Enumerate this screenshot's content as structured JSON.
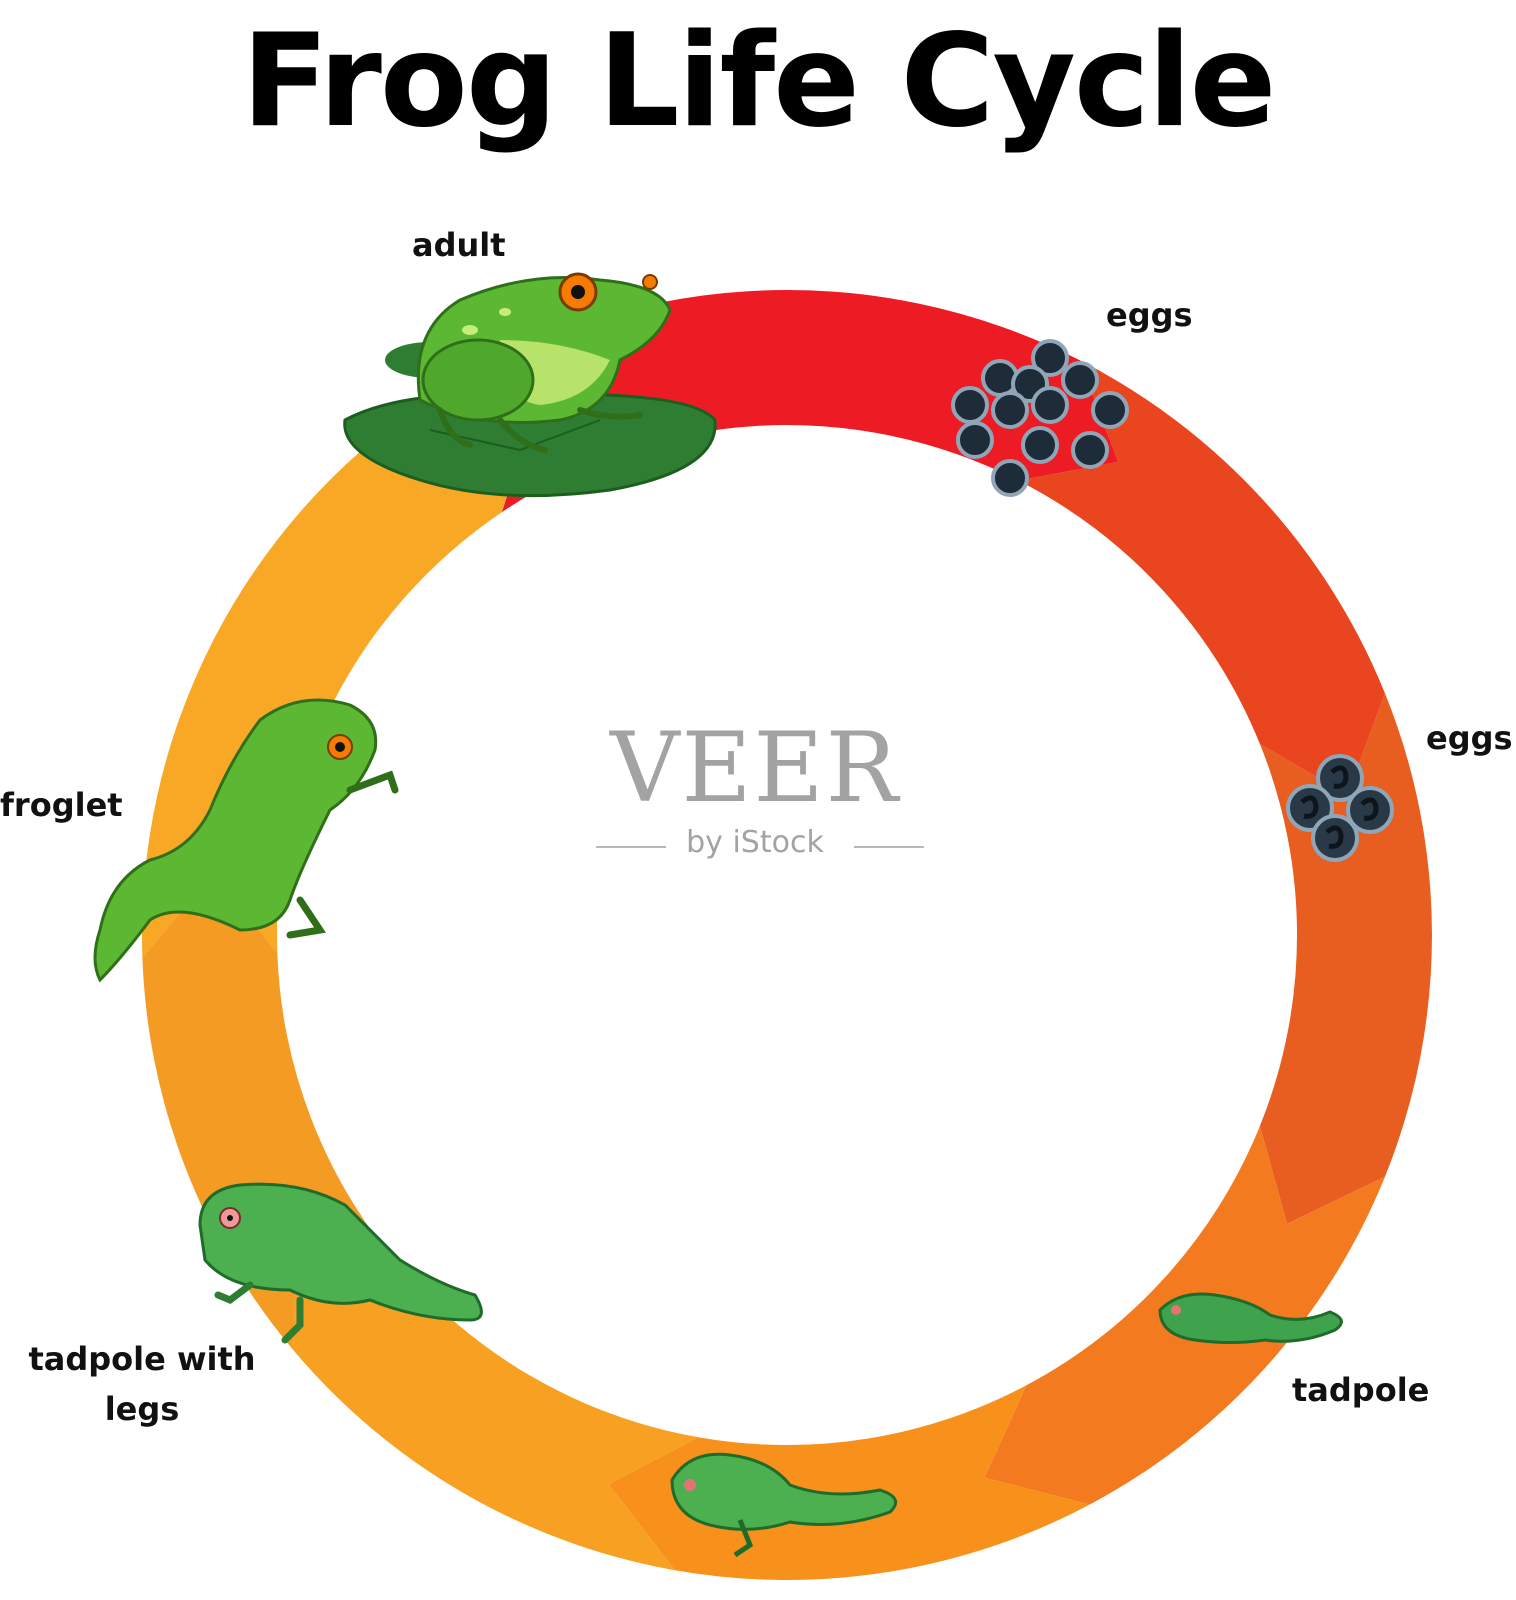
{
  "title": "Frog Life Cycle",
  "stages": [
    {
      "label": "adult"
    },
    {
      "label": "eggs"
    },
    {
      "label": "eggs"
    },
    {
      "label": "tadpole"
    },
    {
      "label": "tadpole with legs"
    },
    {
      "label": "froglet"
    }
  ],
  "watermark": {
    "brand": "VEER",
    "subtitle": "by iStock"
  },
  "colors": {
    "ring": [
      "#ed1c24",
      "#e9461f",
      "#e85d20",
      "#f47a1f",
      "#f7911b",
      "#f8a022",
      "#f49b24",
      "#f9a825"
    ],
    "frog_green": "#5cb833",
    "lily_pad": "#2e7d32",
    "egg": "#1e2b38"
  }
}
